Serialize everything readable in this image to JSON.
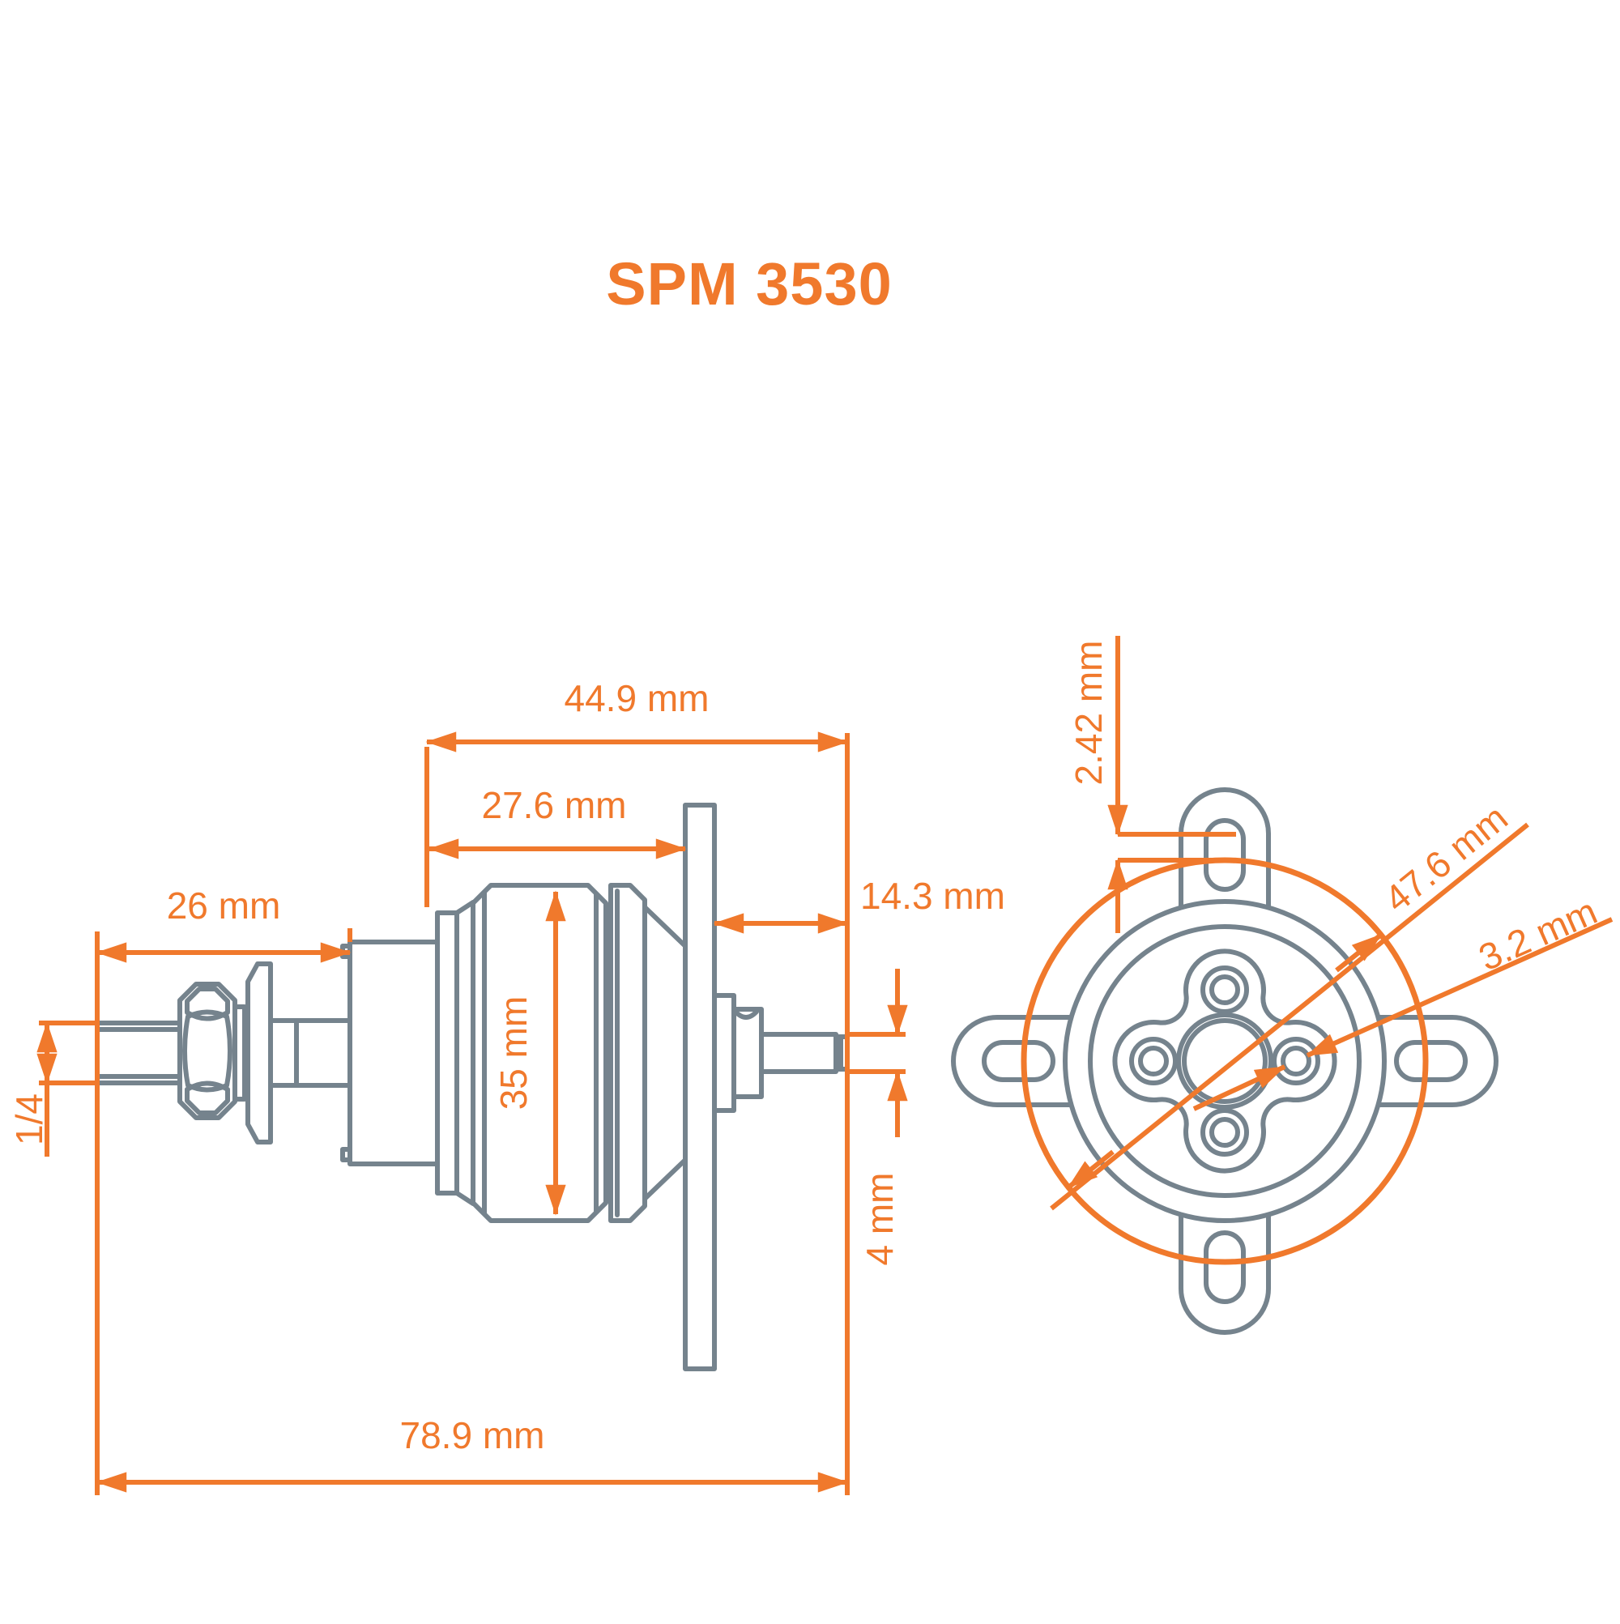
{
  "title": "SPM 3530",
  "colors": {
    "accent": "#F0792C",
    "line_gray": "#75838D",
    "background": "#FFFFFF"
  },
  "side_view": {
    "label_overall_length": "78.9 mm",
    "label_motor_length": "44.9 mm",
    "label_face_to_mount_plate": "27.6 mm",
    "label_prop_adapter_length": "26 mm",
    "label_mount_to_shaft_end": "14.3 mm",
    "label_can_diameter": "35 mm",
    "label_shaft_diameter": "4 mm",
    "label_prop_shaft_thread": "1/4"
  },
  "front_view": {
    "label_mount_bolt_circle": "47.6 mm",
    "label_slot_edge_offset": "2.42 mm",
    "label_mount_hole_diameter": "3.2 mm"
  }
}
